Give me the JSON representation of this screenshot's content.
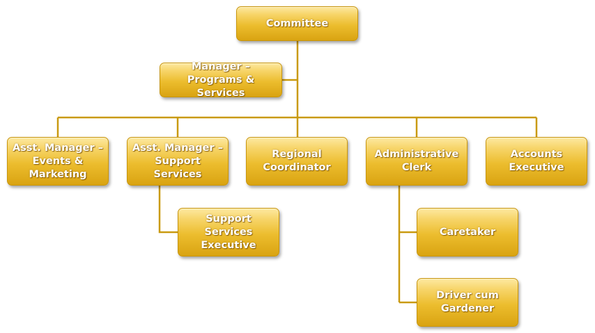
{
  "org_chart": {
    "nodes": {
      "committee": "Committee",
      "manager": "Manager –\nPrograms & Services",
      "asst_manager_events": "Asst. Manager –\nEvents &\nMarketing",
      "asst_manager_support": "Asst. Manager –\nSupport\nServices",
      "regional_coordinator": "Regional\nCoordinator",
      "administrative_clerk": "Administrative\nClerk",
      "accounts_executive": "Accounts\nExecutive",
      "support_services_executive": "Support\nServices\nExecutive",
      "caretaker": "Caretaker",
      "driver_gardener": "Driver cum\nGardener"
    }
  },
  "colors": {
    "box_fill": "#ecbd2e",
    "box_highlight": "#fde9a2",
    "box_shade": "#d9a311",
    "connector": "#c99a10",
    "text": "#ffffff"
  }
}
